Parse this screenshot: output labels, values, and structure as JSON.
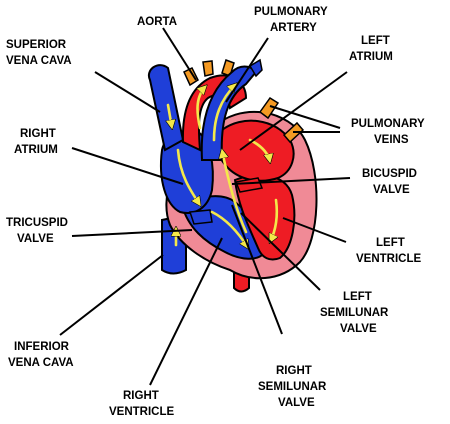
{
  "labels": {
    "aorta": "AORTA",
    "pulmonary_artery_1": "PULMONARY",
    "pulmonary_artery_2": "ARTERY",
    "left_atrium_1": "LEFT",
    "left_atrium_2": "ATRIUM",
    "superior_vena_cava_1": "SUPERIOR",
    "superior_vena_cava_2": "VENA CAVA",
    "pulmonary_veins_1": "PULMONARY",
    "pulmonary_veins_2": "VEINS",
    "right_atrium_1": "RIGHT",
    "right_atrium_2": "ATRIUM",
    "bicuspid_valve_1": "BICUSPID",
    "bicuspid_valve_2": "VALVE",
    "tricuspid_valve_1": "TRICUSPID",
    "tricuspid_valve_2": "VALVE",
    "left_ventricle_1": "LEFT",
    "left_ventricle_2": "VENTRICLE",
    "left_semilunar_valve_1": "LEFT",
    "left_semilunar_valve_2": "SEMILUNAR",
    "left_semilunar_valve_3": "VALVE",
    "inferior_vena_cava_1": "INFERIOR",
    "inferior_vena_cava_2": "VENA CAVA",
    "right_semilunar_valve_1": "RIGHT",
    "right_semilunar_valve_2": "SEMILUNAR",
    "right_semilunar_valve_3": "VALVE",
    "right_ventricle_1": "RIGHT",
    "right_ventricle_2": "VENTRICLE"
  },
  "colors": {
    "oxygenated": "#ee1c24",
    "deoxygenated": "#1f3fd8",
    "myocardium": "#f08a96",
    "flow_arrows": "#f4e84a",
    "vessel_stubs": "#f59a23",
    "outline": "#000000"
  }
}
